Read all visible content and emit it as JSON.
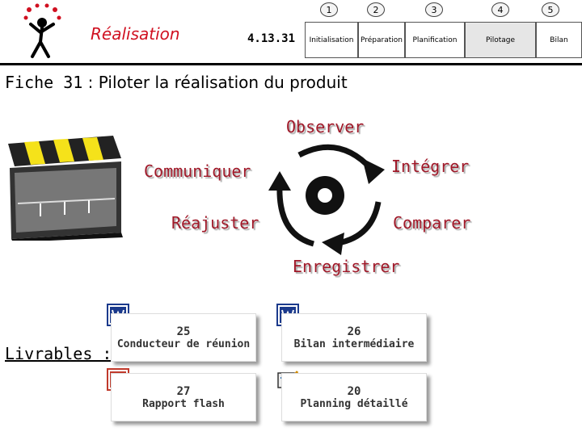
{
  "header": {
    "section_title": "Réalisation",
    "code": "4.13.31",
    "phases": [
      {
        "num": "1",
        "label": "Initialisation"
      },
      {
        "num": "2",
        "label": "Préparation"
      },
      {
        "num": "3",
        "label": "Planification"
      },
      {
        "num": "4",
        "label": "Pilotage"
      },
      {
        "num": "5",
        "label": "Bilan"
      }
    ]
  },
  "fiche": {
    "number": "Fiche 31",
    "title": " : Piloter la réalisation du produit"
  },
  "cycle": {
    "observer": "Observer",
    "communiquer": "Communiquer",
    "integrer": "Intégrer",
    "reajuster": "Réajuster",
    "comparer": "Comparer",
    "enregistrer": "Enregistrer"
  },
  "livrables": {
    "label": "Livrables :",
    "items": [
      {
        "num": "25",
        "title": "Conducteur de réunion",
        "icon": "word-doc-icon"
      },
      {
        "num": "26",
        "title": "Bilan intermédiaire",
        "icon": "word-doc-icon"
      },
      {
        "num": "27",
        "title": "Rapport flash",
        "icon": "powerpoint-icon"
      },
      {
        "num": "20",
        "title": "Planning détaillé",
        "icon": "project-plan-icon"
      }
    ]
  },
  "colors": {
    "title_red": "#d01020",
    "cycle_label": "#a01828"
  }
}
